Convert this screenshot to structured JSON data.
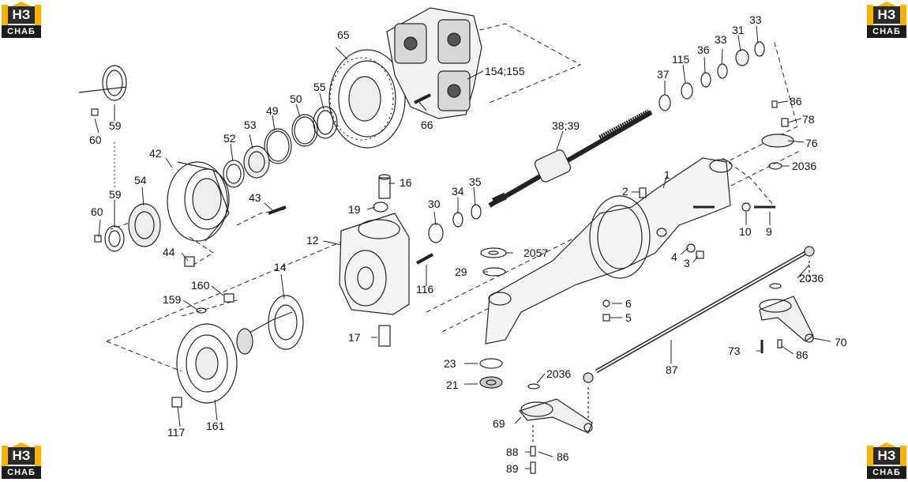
{
  "logo": {
    "mark": "НЗ",
    "band": "СНАБ",
    "accent": "#f4b400",
    "dark": "#1c1c1c"
  },
  "labels": {
    "l65": "65",
    "l154": "154;155",
    "l66": "66",
    "l55": "55",
    "l50": "50",
    "l49": "49",
    "l53": "53",
    "l52": "52",
    "l42": "42",
    "l59a": "59",
    "l60a": "60",
    "l54": "54",
    "l59b": "59",
    "l60b": "60",
    "l44": "44",
    "l43": "43",
    "l16": "16",
    "l19": "19",
    "l12": "12",
    "l116": "116",
    "l17": "17",
    "l14": "14",
    "l160": "160",
    "l159": "159",
    "l117": "117",
    "l161": "161",
    "l30": "30",
    "l34": "34",
    "l35": "35",
    "l3839": "38;39",
    "l37": "37",
    "l115": "115",
    "l36": "36",
    "l33a": "33",
    "l31": "31",
    "l33b": "33",
    "l86a": "86",
    "l78": "78",
    "l76": "76",
    "l2036a": "2036",
    "l1": "1",
    "l2": "2",
    "l10": "10",
    "l9": "9",
    "l4": "4",
    "l3": "3",
    "l2057": "2057",
    "l29": "29",
    "l6": "6",
    "l5": "5",
    "l2036b": "2036",
    "l70": "70",
    "l73": "73",
    "l86b": "86",
    "l87": "87",
    "l23": "23",
    "l21": "21",
    "l2036c": "2036",
    "l69": "69",
    "l88": "88",
    "l86c": "86",
    "l89": "89"
  }
}
